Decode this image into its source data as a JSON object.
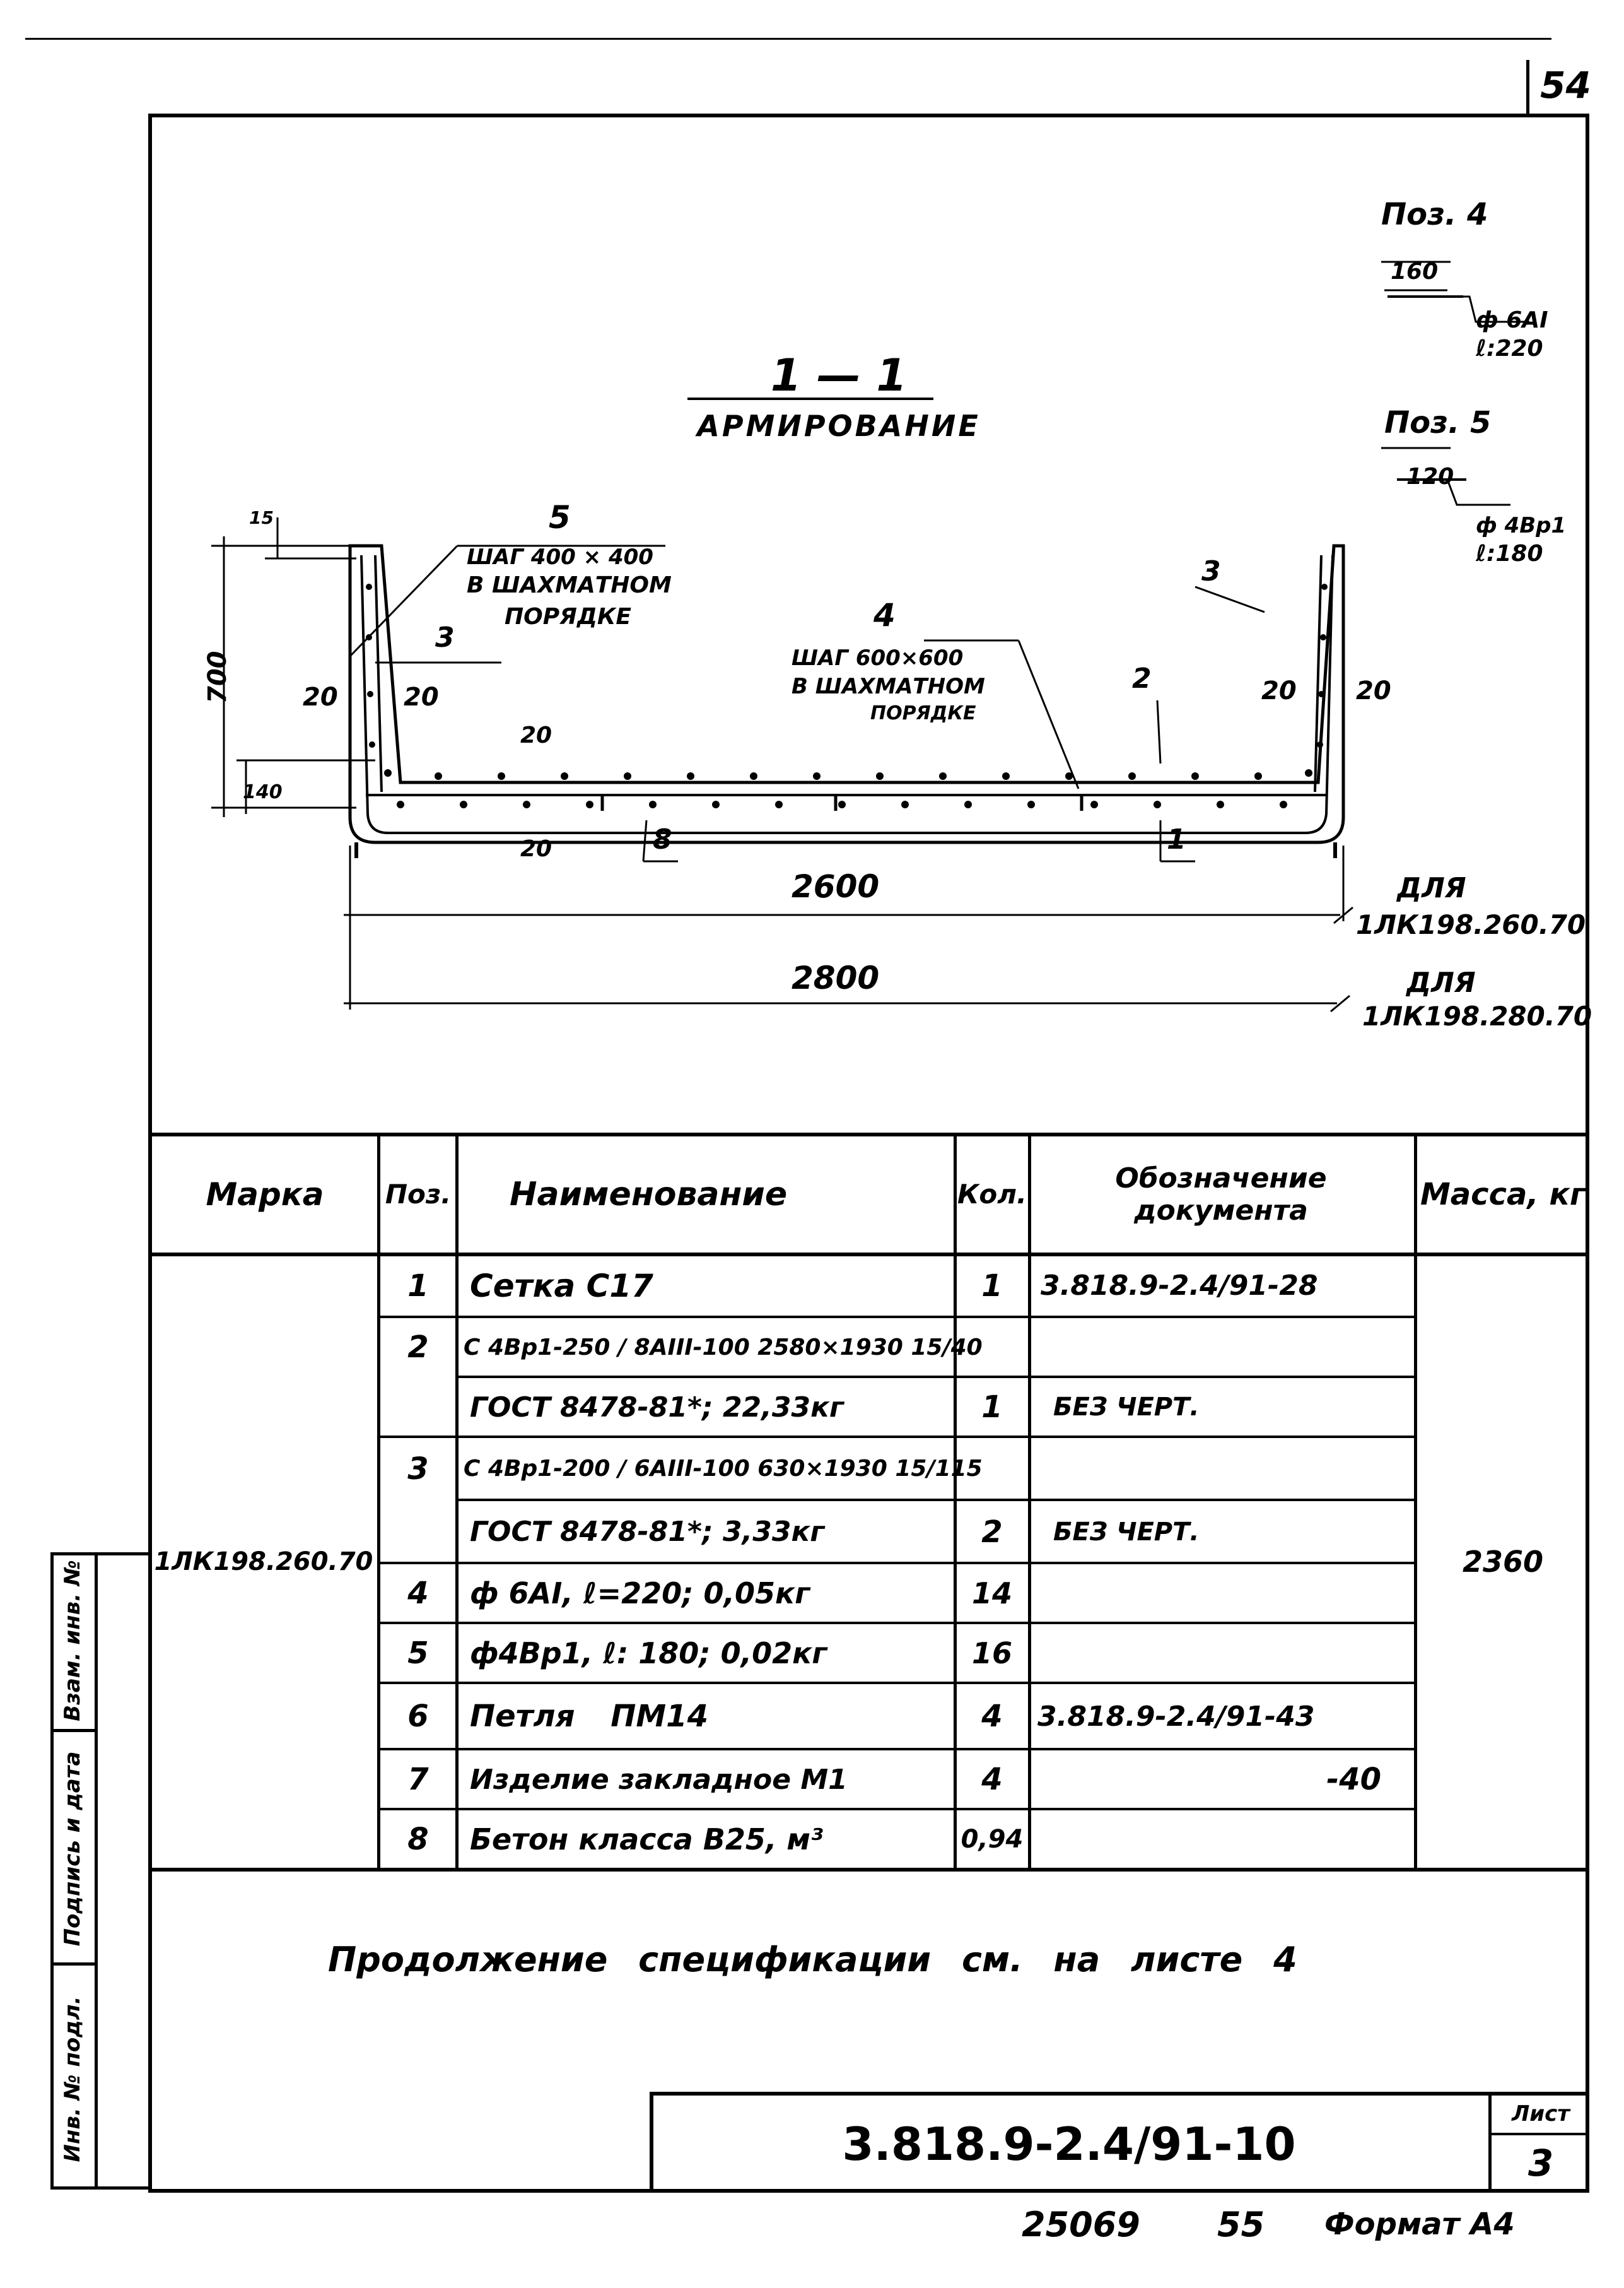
{
  "sheet_number": "54",
  "drawing": {
    "section_label": "1 — 1",
    "section_title": "АРМИРОВАНИЕ",
    "pos4_title": "Поз. 4",
    "pos4_length": "160",
    "pos4_bar": "ф 6АI",
    "pos4_l": "ℓ:220",
    "pos5_title": "Поз. 5",
    "pos5_length": "120",
    "pos5_bar": "ф 4Вр1",
    "pos5_l": "ℓ:180",
    "callout5_num": "5",
    "callout5_text": [
      "ШАГ 400 × 400",
      "В ШАХМАТНОМ",
      "ПОРЯДКЕ"
    ],
    "callout4_num": "4",
    "callout4_text": [
      "ШАГ 600×600",
      "В ШАХМАТНОМ",
      "ПОРЯДКЕ"
    ],
    "callout3_left": "3",
    "callout3_right": "3",
    "callout2": "2",
    "callout1": "1",
    "callout8": "8",
    "dim_15": "15",
    "dim_700": "700",
    "dim_140": "140",
    "dim_20_l1": "20",
    "dim_20_l2": "20",
    "dim_20_r1": "20",
    "dim_20_r2": "20",
    "dim_20_top": "20",
    "dim_20_bot": "20",
    "dim_2600": "2600",
    "dim_2800": "2800",
    "for_label_1": "ДЛЯ",
    "for_mark_1": "1ЛК198.260.70",
    "for_label_2": "ДЛЯ",
    "for_mark_2": "1ЛК198.280.70"
  },
  "table": {
    "headers": {
      "mark": "Марка",
      "pos": "Поз.",
      "name": "Наименование",
      "qty": "Кол.",
      "doc": "Обозначение документа",
      "mass": "Масса, кг"
    },
    "mark_value": "1ЛК198.260.70",
    "mass_value": "2360",
    "rows": [
      {
        "pos": "1",
        "name": "Сетка С17",
        "qty": "1",
        "doc": "3.818.9-2.4/91-28"
      },
      {
        "pos": "2",
        "name": "С 4Вр1-250 / 8АIII-100 2580×1930 15/40",
        "qty": "",
        "doc": ""
      },
      {
        "pos": "",
        "name": "ГОСТ 8478-81*; 22,33кг",
        "qty": "1",
        "doc": "БЕЗ ЧЕРТ."
      },
      {
        "pos": "3",
        "name": "С 4Вр1-200 / 6АIII-100 630×1930 15/115",
        "qty": "",
        "doc": ""
      },
      {
        "pos": "",
        "name": "ГОСТ 8478-81*; 3,33кг",
        "qty": "2",
        "doc": "БЕЗ ЧЕРТ."
      },
      {
        "pos": "4",
        "name": "ф 6АI, ℓ=220; 0,05кг",
        "qty": "14",
        "doc": ""
      },
      {
        "pos": "5",
        "name": "ф4Вр1, ℓ: 180; 0,02кг",
        "qty": "16",
        "doc": ""
      },
      {
        "pos": "6",
        "name": "Петля ПМ14",
        "qty": "4",
        "doc": "3.818.9-2.4/91-43"
      },
      {
        "pos": "7",
        "name": "Изделие закладное М1",
        "qty": "4",
        "doc": "-40"
      },
      {
        "pos": "8",
        "name": "Бетон класса В25, м³",
        "qty": "0,94",
        "doc": ""
      }
    ]
  },
  "continuation_note": "Продолжение спецификации см. на листе 4",
  "title_block": {
    "doc_code": "3.818.9-2.4/91-10",
    "sheet_label": "Лист",
    "sheet_value": "3"
  },
  "side_stamp": {
    "inv_podl": "Инв. № подл.",
    "podpis": "Подпись и дата",
    "vzam": "Взам. инв. №"
  },
  "footer": {
    "code": "25069",
    "num": "55",
    "format": "Формат А4"
  }
}
